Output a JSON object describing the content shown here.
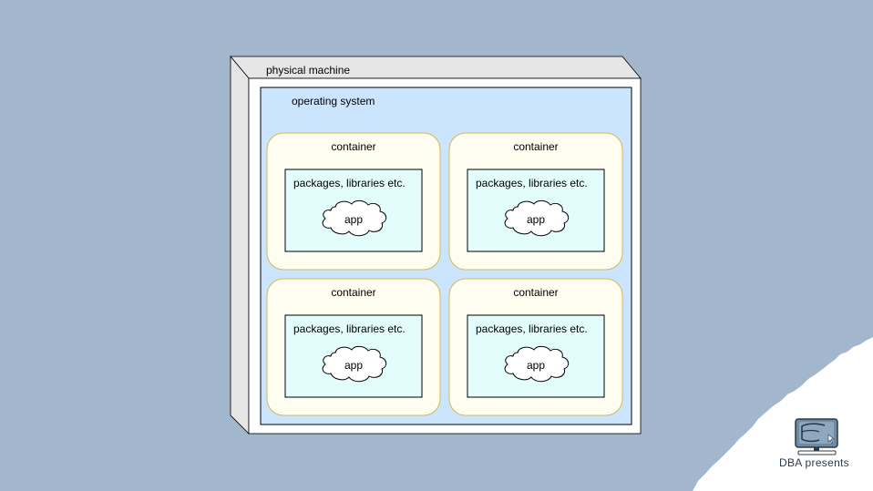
{
  "canvas": {
    "background_color": "#a2b7cc"
  },
  "diagram": {
    "physical_machine": {
      "label": "physical machine",
      "face_color": "#ffffff",
      "side_color": "#e6e6e6"
    },
    "operating_system": {
      "label": "operating system",
      "fill_color": "#cce5ff"
    },
    "containers": [
      {
        "label": "container",
        "layer_label": "packages, libraries etc.",
        "app_label": "app"
      },
      {
        "label": "container",
        "layer_label": "packages, libraries etc.",
        "app_label": "app"
      },
      {
        "label": "container",
        "layer_label": "packages, libraries etc.",
        "app_label": "app"
      },
      {
        "label": "container",
        "layer_label": "packages, libraries etc.",
        "app_label": "app"
      }
    ],
    "colors": {
      "container_fill": "#fffdf0",
      "container_border": "#d6b656",
      "layer_fill": "#e3fdfd",
      "app_fill": "#ffffff"
    }
  },
  "brand": {
    "caption": "DBA presents",
    "icon": "computer-monitor-icon"
  }
}
